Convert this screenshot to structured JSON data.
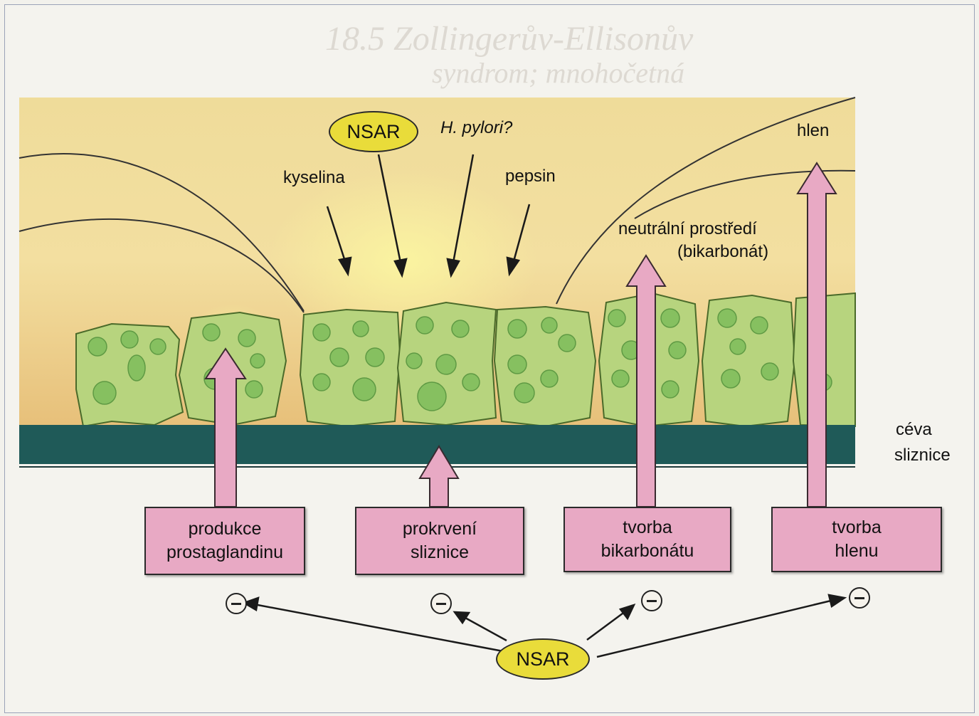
{
  "background_bleed": {
    "heading_line1": "18.5 Zollingerův-Ellisonův",
    "heading_line2": "syndrom; mnohočetná"
  },
  "top_labels": {
    "nsar": "NSAR",
    "h_pylori": "H. pylori?",
    "kyselina": "kyselina",
    "pepsin": "pepsin",
    "hlen": "hlen",
    "neutralni_line1": "neutrální prostředí",
    "neutralni_line2": "(bikarbonát)",
    "ceva_line1": "céva",
    "ceva_line2": "sliznice"
  },
  "boxes": [
    {
      "line1": "produkce",
      "line2": "prostaglandinu"
    },
    {
      "line1": "prokrvení",
      "line2": "sliznice"
    },
    {
      "line1": "tvorba",
      "line2": "bikarbonátu"
    },
    {
      "line1": "tvorba",
      "line2": "hlenu"
    }
  ],
  "bottom": {
    "nsar": "NSAR",
    "inhibit_symbol": "⊖"
  },
  "colors": {
    "mucus": "#f0d99a",
    "cell": "#b5d27c",
    "nucleus": "#7fbf5c",
    "vessel": "#1f5a58",
    "arrow_pink": "#e8a9c4",
    "nsar_yellow": "#e9dc3a"
  }
}
